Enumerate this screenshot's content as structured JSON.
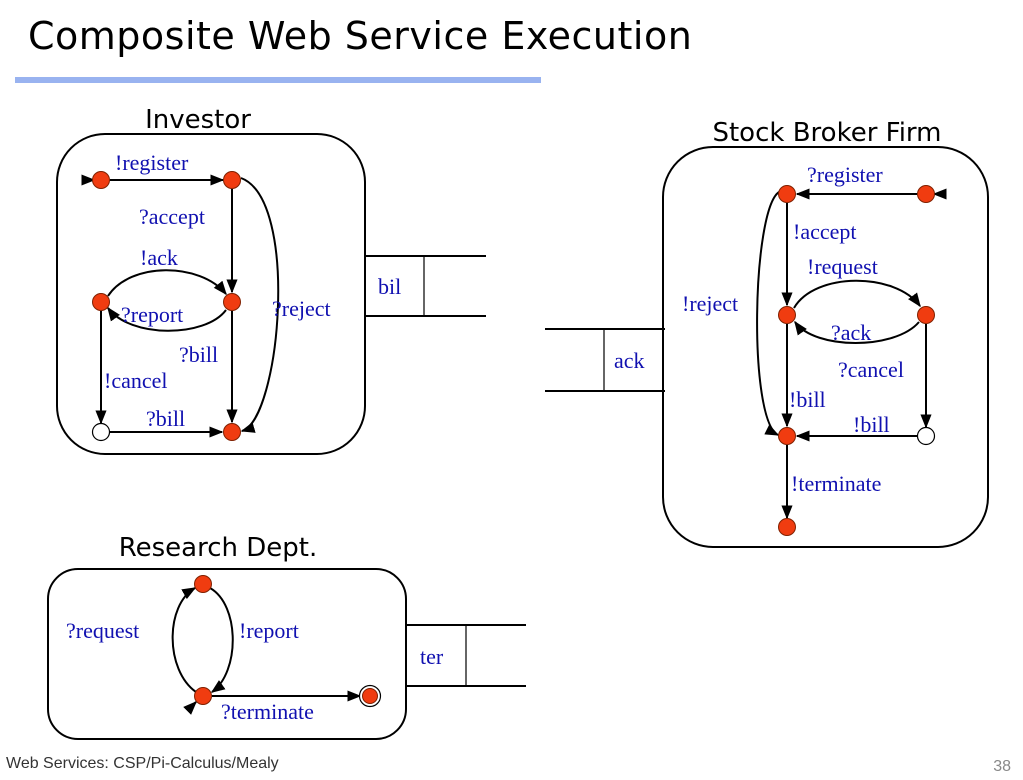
{
  "slide": {
    "title": "Composite Web Service Execution",
    "footer_left": "Web Services: CSP/Pi-Calculus/Mealy",
    "page_number": "38"
  },
  "colors": {
    "title_rule": "#99b3f0",
    "state_fill": "#f03c10",
    "label_text": "#1010b0"
  },
  "investor": {
    "name": "Investor",
    "labels": {
      "register": "!register",
      "accept": "?accept",
      "ack": "!ack",
      "report": "?report",
      "reject": "?reject",
      "bill_right": "?bill",
      "cancel": "!cancel",
      "bill_bottom": "?bill"
    }
  },
  "broker": {
    "name": "Stock Broker Firm",
    "labels": {
      "register": "?register",
      "accept": "!accept",
      "request": "!request",
      "reject": "!reject",
      "ack": "?ack",
      "cancel": "?cancel",
      "bill_left": "!bill",
      "bill_bottom": "!bill",
      "terminate": "!terminate"
    }
  },
  "research": {
    "name": "Research Dept.",
    "labels": {
      "request": "?request",
      "report": "!report",
      "terminate": "?terminate"
    }
  },
  "queues": {
    "bil": "bil",
    "ack": "ack",
    "ter": "ter"
  }
}
